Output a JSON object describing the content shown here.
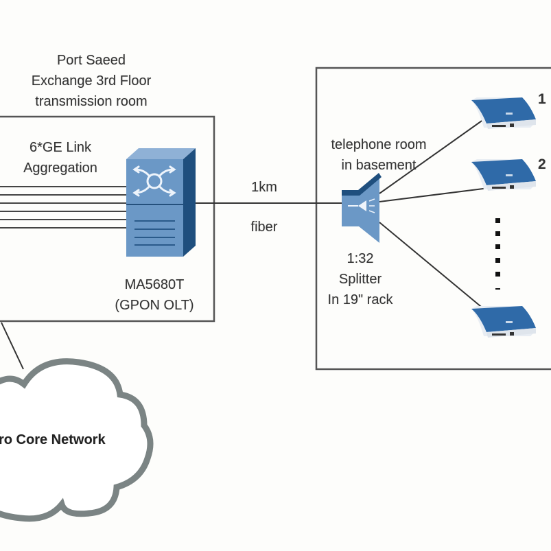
{
  "exchange": {
    "title_lines": [
      "Port Saeed",
      "Exchange 3rd Floor",
      "transmission room"
    ],
    "link_label_lines": [
      "6*GE Link",
      "Aggregation"
    ],
    "uplink_count": 6,
    "olt": {
      "model": "MA5680T",
      "type": "(GPON OLT)",
      "icon": "switch-router-icon"
    }
  },
  "fiber": {
    "length": "1km",
    "medium": "fiber"
  },
  "basement": {
    "room_lines": [
      "telephone room",
      "in basement"
    ],
    "splitter": {
      "ratio": "1:32",
      "name": "Splitter",
      "location": "In 19\" rack",
      "icon": "optical-splitter-icon"
    },
    "onts": [
      {
        "label": "1",
        "icon": "ont-modem-icon"
      },
      {
        "label": "2",
        "icon": "ont-modem-icon"
      },
      {
        "label": "",
        "icon": "ont-modem-icon"
      }
    ],
    "ellipsis": "vertical-dots"
  },
  "core": {
    "label": "ro Core Network",
    "icon": "cloud-icon"
  },
  "colors": {
    "device_blue": "#6b98c6",
    "device_dark": "#1f4f7e",
    "ont_blue": "#2f6aa8",
    "line": "#333333",
    "cloud_stroke": "#7b8484"
  }
}
